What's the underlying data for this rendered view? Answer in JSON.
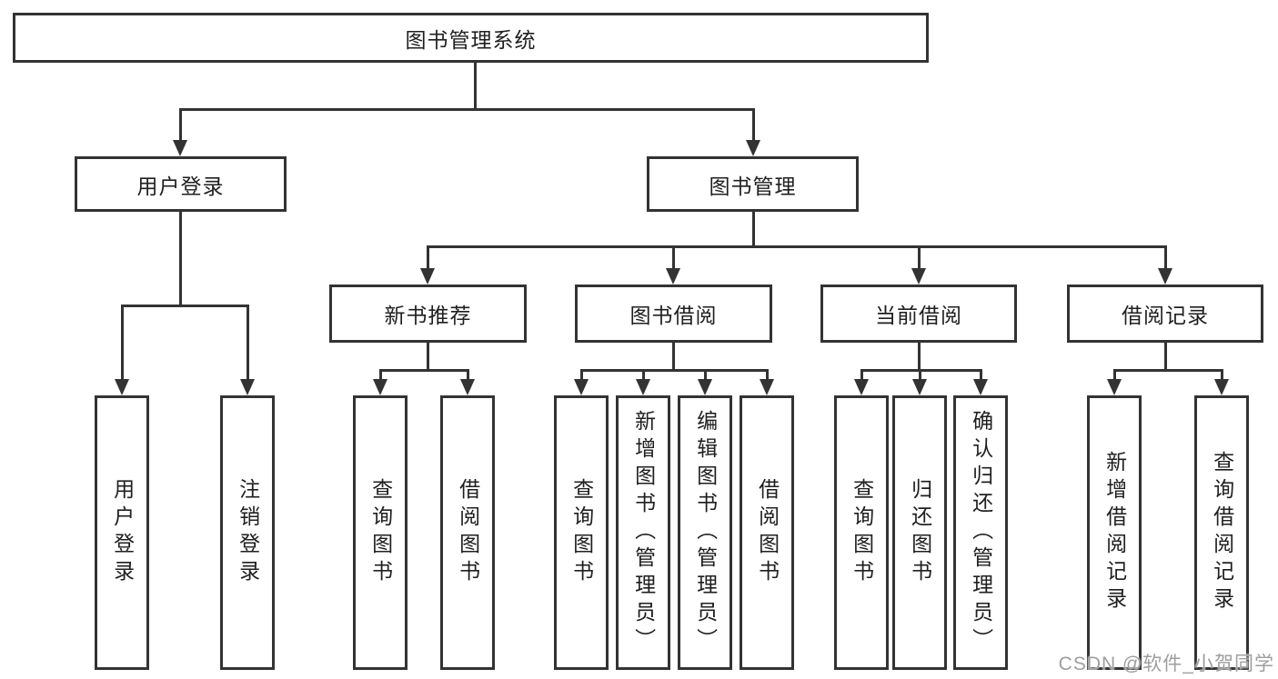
{
  "title": "图书管理系统",
  "watermark": "CSDN @软件_小贺同学",
  "colors": {
    "line": "#333333",
    "text": "#1f1f1f",
    "background": "#ffffff",
    "watermark": "#9e9e9e"
  },
  "tree": {
    "root": {
      "label": "图书管理系统"
    },
    "level2": [
      {
        "label": "用户登录",
        "parent": "图书管理系统"
      },
      {
        "label": "图书管理",
        "parent": "图书管理系统"
      }
    ],
    "level3": [
      {
        "label": "新书推荐",
        "parent": "图书管理"
      },
      {
        "label": "图书借阅",
        "parent": "图书管理"
      },
      {
        "label": "当前借阅",
        "parent": "图书管理"
      },
      {
        "label": "借阅记录",
        "parent": "图书管理"
      }
    ],
    "leaves": [
      {
        "label": "用户登录",
        "parent": "用户登录"
      },
      {
        "label": "注销登录",
        "parent": "用户登录"
      },
      {
        "label": "查询图书",
        "parent": "新书推荐"
      },
      {
        "label": "借阅图书",
        "parent": "新书推荐"
      },
      {
        "label": "查询图书",
        "parent": "图书借阅"
      },
      {
        "label": "新增图书（管理员）",
        "parent": "图书借阅"
      },
      {
        "label": "编辑图书（管理员）",
        "parent": "图书借阅"
      },
      {
        "label": "借阅图书",
        "parent": "图书借阅"
      },
      {
        "label": "查询图书",
        "parent": "当前借阅"
      },
      {
        "label": "归还图书",
        "parent": "当前借阅"
      },
      {
        "label": "确认归还（管理员）",
        "parent": "当前借阅"
      },
      {
        "label": "新增借阅记录",
        "parent": "借阅记录"
      },
      {
        "label": "查询借阅记录",
        "parent": "借阅记录"
      }
    ]
  }
}
